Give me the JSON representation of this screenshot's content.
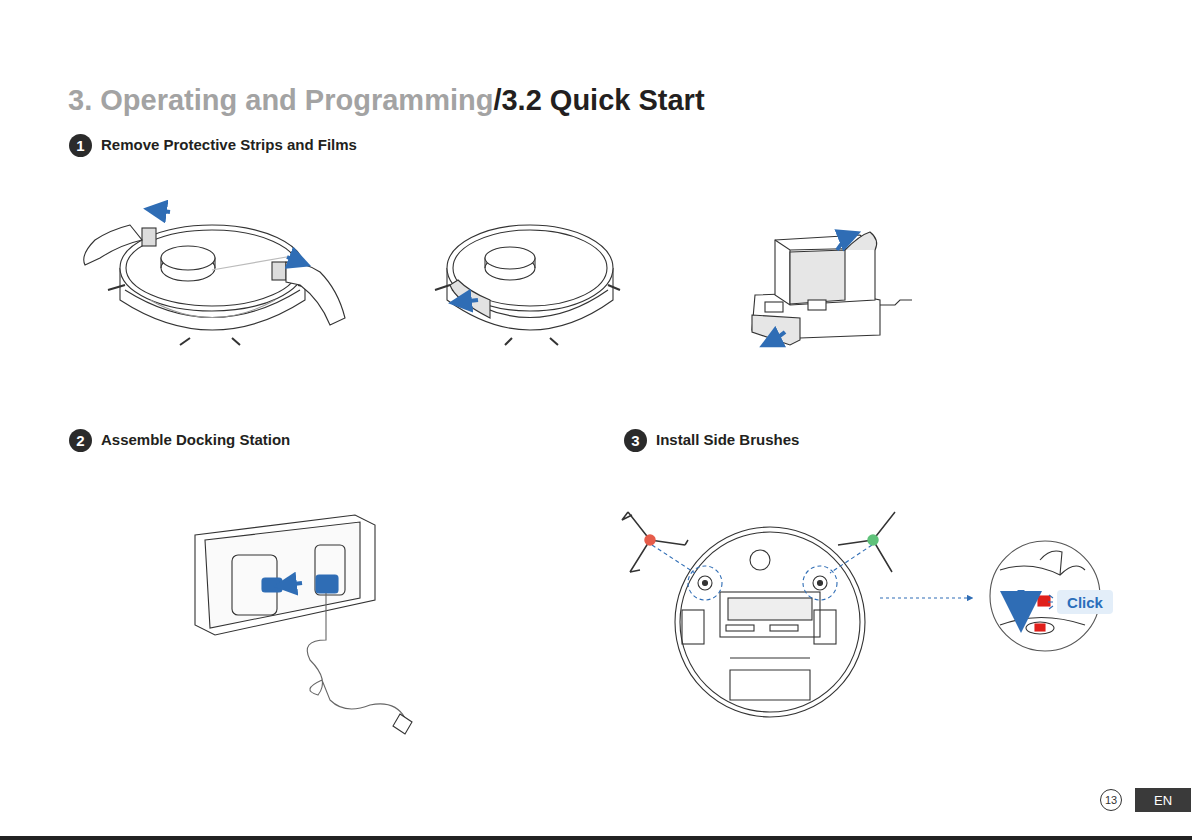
{
  "diagram": {
    "title": "3. Operating and Programming",
    "nodes": [
      {
        "text": [
          "1"
        ]
      },
      {
        "text": [
          "2"
        ]
      },
      {
        "text": [
          "3"
        ]
      },
      {
        "text": [
          "Click"
        ]
      },
      {
        "text": [
          "13"
        ]
      },
      {
        "text": [
          "EN"
        ]
      }
    ],
    "labels": [
      "/3.2 Quick Start",
      "Remove Protective Strips and Films",
      "Assemble Docking Station",
      "Install Side Brushes"
    ]
  }
}
